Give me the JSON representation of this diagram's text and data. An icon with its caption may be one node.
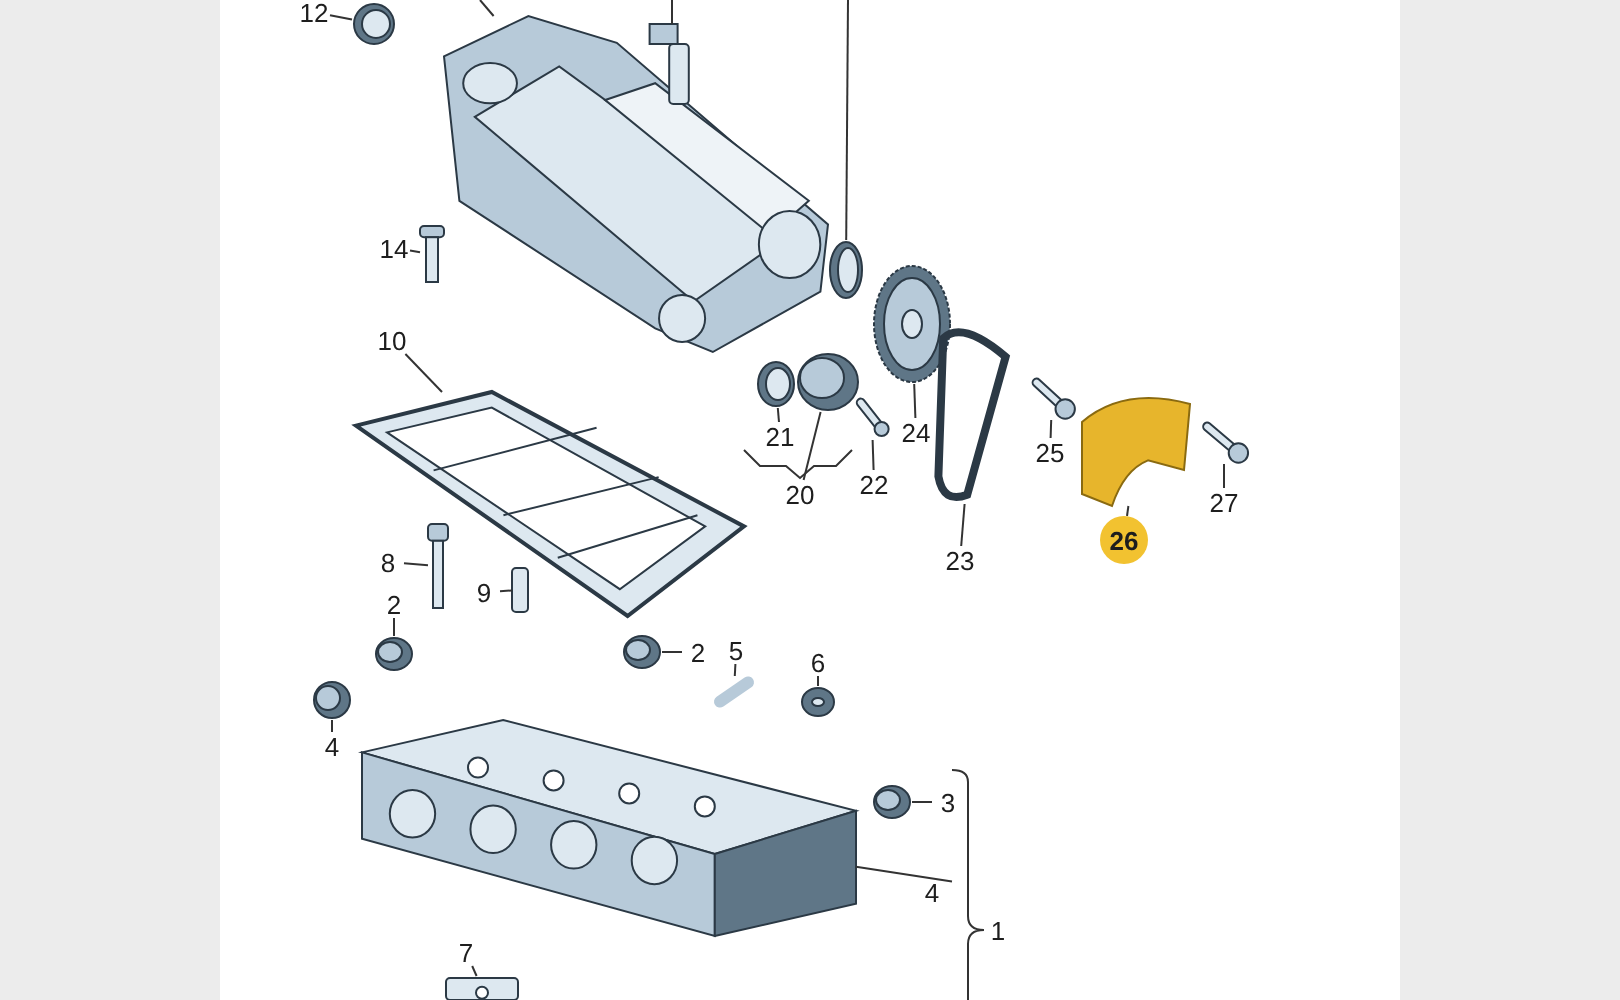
{
  "diagram": {
    "nodes": [
      {
        "text": [
          "12"
        ]
      },
      {
        "text": [],
        "shape": "circle"
      },
      {
        "text": [],
        "shape": "picture"
      },
      {
        "text": [],
        "shape": "picture"
      },
      {
        "text": [],
        "shape": "circle"
      },
      {
        "text": [
          "14"
        ]
      },
      {
        "text": [],
        "shape": "picture"
      },
      {
        "text": [],
        "shape": "picture"
      },
      {
        "text": [
          "10"
        ]
      },
      {
        "text": [],
        "shape": "picture"
      },
      {
        "text": [],
        "shape": "circle"
      },
      {
        "text": [],
        "shape": "picture"
      },
      {
        "text": [],
        "shape": "picture"
      },
      {
        "text": [],
        "shape": "picture"
      },
      {
        "text": [],
        "shape": "picture"
      },
      {
        "text": [],
        "shape": "picture"
      },
      {
        "text": [],
        "shape": "picture"
      },
      {
        "text": [
          "21"
        ]
      },
      {
        "text": [
          "20"
        ]
      },
      {
        "text": [
          "22"
        ]
      },
      {
        "text": [
          "24"
        ]
      },
      {
        "text": [
          "25"
        ]
      },
      {
        "text": [
          "27"
        ]
      },
      {
        "text": [
          "26"
        ]
      },
      {
        "text": [
          "23"
        ]
      },
      {
        "text": [
          "8"
        ]
      },
      {
        "text": [],
        "shape": "picture"
      },
      {
        "text": [
          "9"
        ]
      },
      {
        "text": [],
        "shape": "box"
      },
      {
        "text": [
          "2"
        ]
      },
      {
        "text": [],
        "shape": "picture"
      },
      {
        "text": [],
        "shape": "picture"
      },
      {
        "text": [
          "2"
        ]
      },
      {
        "text": [
          "5"
        ]
      },
      {
        "text": [],
        "shape": "picture"
      },
      {
        "text": [
          "6"
        ]
      },
      {
        "text": [],
        "shape": "picture"
      },
      {
        "text": [],
        "shape": "picture"
      },
      {
        "text": [
          "4"
        ]
      },
      {
        "text": [],
        "shape": "picture"
      },
      {
        "text": [],
        "shape": "picture"
      },
      {
        "text": [
          "3"
        ]
      },
      {
        "text": [
          "7"
        ]
      },
      {
        "text": [],
        "shape": "picture"
      },
      {
        "text": [],
        "shape": "bracket"
      }
    ],
    "edges": [
      {
        "from": 0,
        "to": 1,
        "arrow": "none"
      },
      {
        "from": 5,
        "to": 6,
        "arrow": "none"
      },
      {
        "from": 8,
        "to": 9,
        "arrow": "none"
      },
      {
        "from": 17,
        "to": 10,
        "arrow": "none"
      },
      {
        "from": 18,
        "to": 11,
        "arrow": "none"
      },
      {
        "from": 19,
        "to": 12,
        "arrow": "none"
      },
      {
        "from": 20,
        "to": 7,
        "arrow": "none"
      },
      {
        "from": 21,
        "to": 14,
        "arrow": "none"
      },
      {
        "from": 22,
        "to": 16,
        "arrow": "none"
      },
      {
        "from": 23,
        "to": 15,
        "arrow": "none"
      },
      {
        "from": 24,
        "to": 13,
        "arrow": "none"
      },
      {
        "from": 25,
        "to": 26,
        "arrow": "none"
      },
      {
        "from": 27,
        "to": 28,
        "arrow": "none"
      },
      {
        "from": 29,
        "to": 30,
        "arrow": "none"
      },
      {
        "from": 32,
        "to": 31,
        "arrow": "none"
      },
      {
        "from": 33,
        "to": 34,
        "arrow": "none"
      },
      {
        "from": 35,
        "to": 36,
        "arrow": "none"
      },
      {
        "from": 38,
        "to": 37,
        "arrow": "none"
      },
      {
        "from": 41,
        "to": 40,
        "arrow": "none"
      },
      {
        "from": 42,
        "to": 43,
        "arrow": "none"
      },
      {
        "from": null,
        "to": 2,
        "arrow": "none"
      },
      {
        "from": null,
        "to": 3,
        "arrow": "none"
      },
      {
        "from": null,
        "to": 4,
        "arrow": "none"
      },
      {
        "from": 39,
        "to": 44,
        "arrow": "none"
      }
    ],
    "labels": [
      "4",
      "1"
    ]
  }
}
